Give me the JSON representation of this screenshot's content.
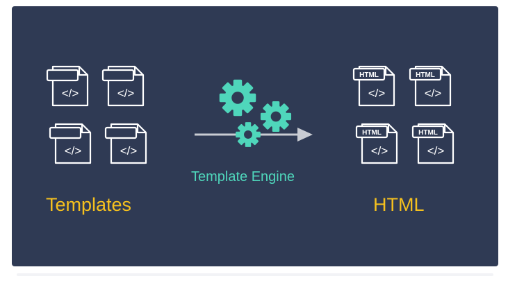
{
  "diagram": {
    "left_label": "Templates",
    "center_label": "Template Engine",
    "right_label": "HTML",
    "output_tag": "HTML",
    "input_tag": "",
    "code_glyph": "</>",
    "colors": {
      "background": "#2f3a54",
      "label_yellow": "#f5c01e",
      "engine_teal": "#4fd6bb",
      "icon_stroke": "#ffffff",
      "arrow": "#c9ccd3"
    },
    "icons": {
      "template_file": "code-file-icon",
      "html_file": "html-file-icon",
      "engine": "gears-icon",
      "arrow": "arrow-right-icon"
    }
  }
}
